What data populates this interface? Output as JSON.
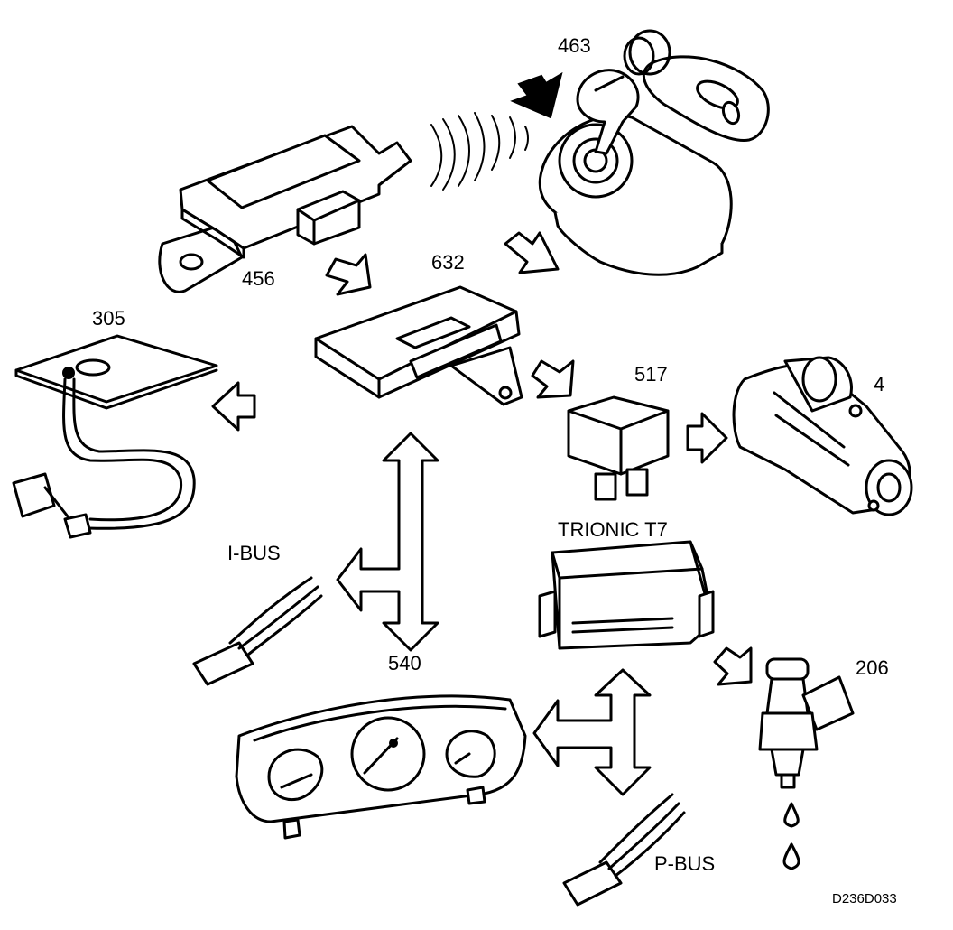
{
  "labels": {
    "key_fob": "463",
    "antenna_module": "456",
    "control_module": "632",
    "immobiliser_antenna": "305",
    "relay": "517",
    "starter_motor": "4",
    "engine_ecu": "TRIONIC T7",
    "instrument_cluster": "540",
    "injector": "206",
    "ibus": "I-BUS",
    "pbus": "P-BUS",
    "drawing_id": "D236D033"
  }
}
